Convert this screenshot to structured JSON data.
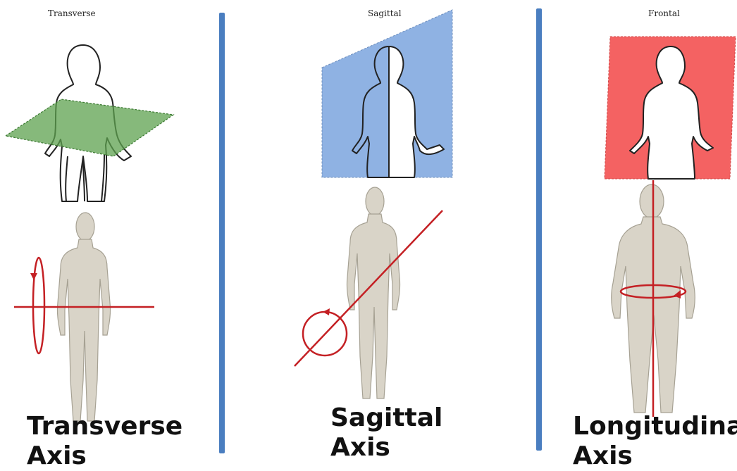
{
  "colors": {
    "transverse_plane": "#5da14f",
    "sagittal_plane": "#8fb2e3",
    "frontal_plane": "#f46262",
    "divider": "#4a7ec0",
    "axis_line": "#c42024",
    "figure_fill": "#d9d4c8",
    "figure_stroke": "#a6a193"
  },
  "panels": [
    {
      "id": "transverse",
      "plane_title": "Transverse",
      "axis_caption_line1": "Transverse",
      "axis_caption_line2": "Axis"
    },
    {
      "id": "sagittal",
      "plane_title": "Sagittal",
      "axis_caption_line1": "Sagittal",
      "axis_caption_line2": "Axis"
    },
    {
      "id": "frontal",
      "plane_title": "Frontal",
      "axis_caption_line1": "Longitudinal",
      "axis_caption_line2": "Axis"
    }
  ]
}
